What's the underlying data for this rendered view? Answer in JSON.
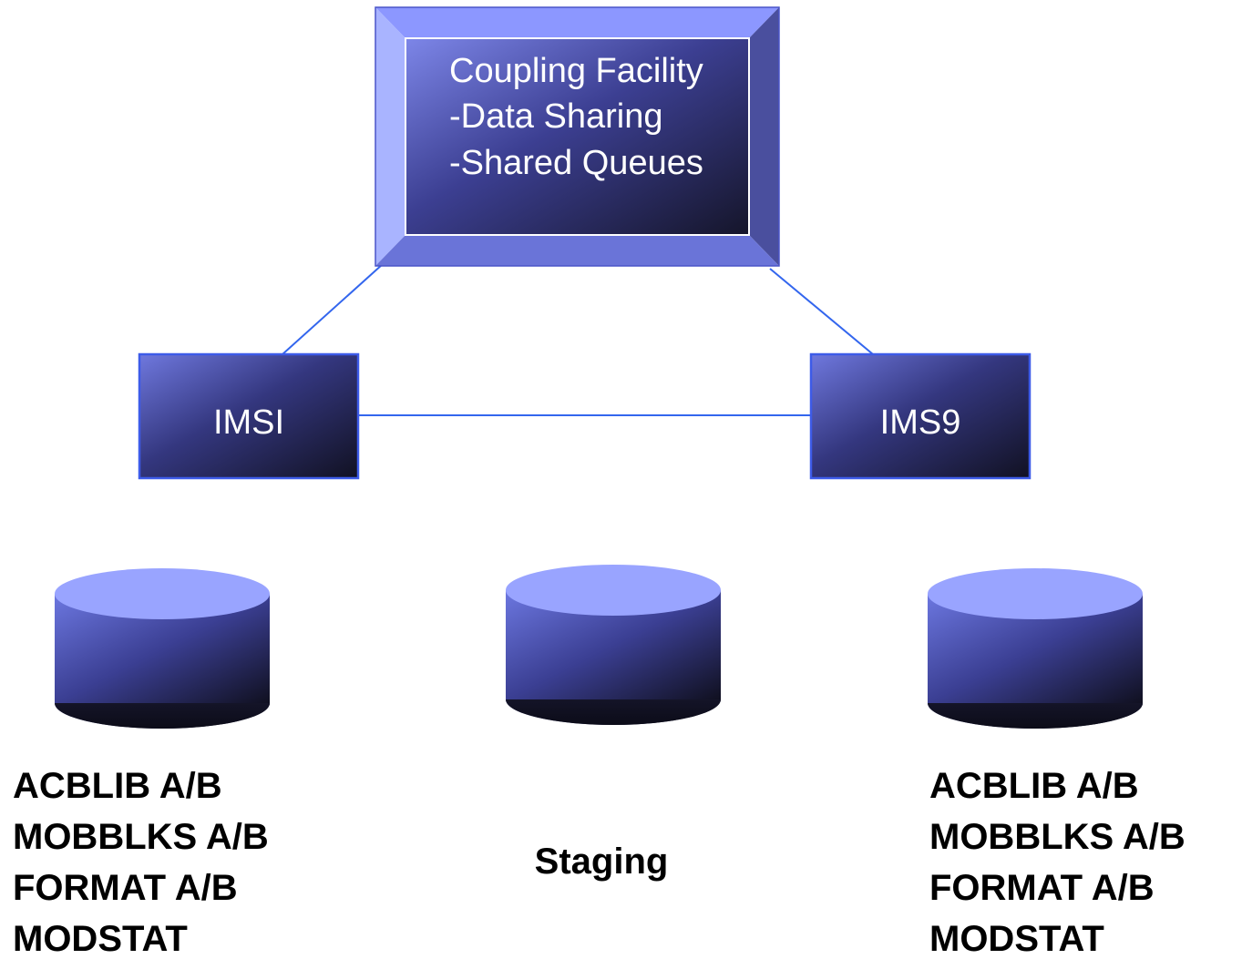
{
  "coupling_facility": {
    "lines": [
      "Coupling Facility",
      "-Data Sharing",
      "-Shared Queues"
    ]
  },
  "systems": {
    "left": "IMSI",
    "right": "IMS9"
  },
  "databases": {
    "left_labels": [
      "ACBLIB A/B",
      "MOBBLKS A/B",
      "FORMAT A/B",
      "MODSTAT"
    ],
    "center_label": "Staging",
    "right_labels": [
      "ACBLIB A/B",
      "MOBBLKS A/B",
      "FORMAT A/B",
      "MODSTAT"
    ]
  },
  "colors": {
    "connector": "#3366ee",
    "box_light": "#a9b4ff",
    "box_dark": "#1a1a2e",
    "cylinder_top": "#99a4ff",
    "cylinder_body_light": "#5f6ad6",
    "cylinder_body_dark": "#14142a"
  }
}
